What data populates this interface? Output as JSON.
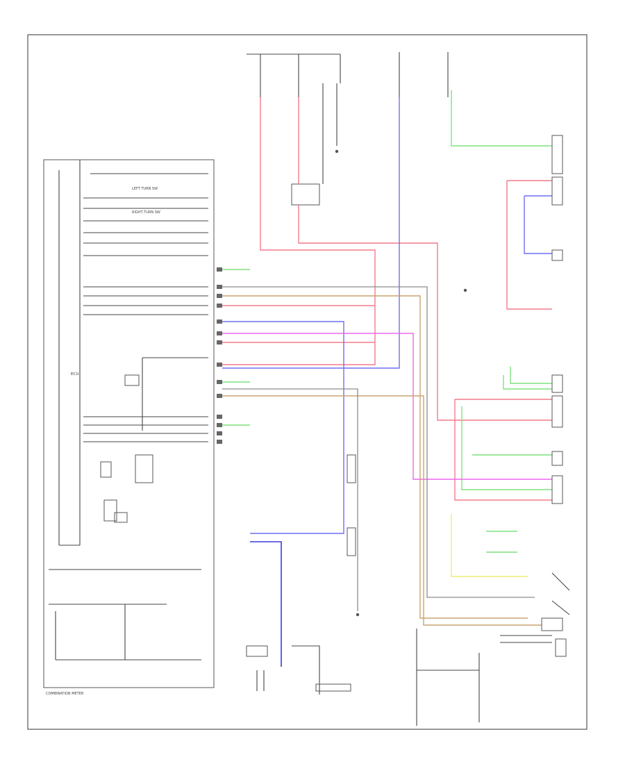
{
  "labels": {
    "combination_meter": "COMBINATION METER",
    "page_footer": "",
    "left_turn_sw": "LEFT TURN SW",
    "right_turn_sw": "RIGHT TURN SW",
    "ecu_label": "ECU"
  },
  "wire_colors": {
    "red": "#f47a8c",
    "blue": "#6f6ff5",
    "dark_blue": "#3a3ad8",
    "green": "#7fe07f",
    "magenta": "#ee66ee",
    "pink": "#f08fb0",
    "tan": "#c9a470",
    "gray": "#8c8c8c",
    "yellow": "#eeee77",
    "black": "#444444"
  }
}
